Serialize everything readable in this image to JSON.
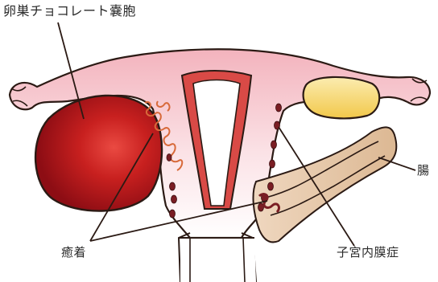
{
  "labels": {
    "title": "卵巣チョコレート嚢胞",
    "adhesion": "癒着",
    "endometriosis": "子宮内膜症",
    "bowel": "腸"
  },
  "colors": {
    "outline": "#2b1a14",
    "tissue_pink": "#f3b3bd",
    "cavity_red": "#d94a46",
    "cyst_dark": "#9a1016",
    "cyst_light": "#e43535",
    "ovary_yellow": "#f7d96a",
    "bowel_tan": "#e3c4a4",
    "lesion": "#7a1e24"
  }
}
